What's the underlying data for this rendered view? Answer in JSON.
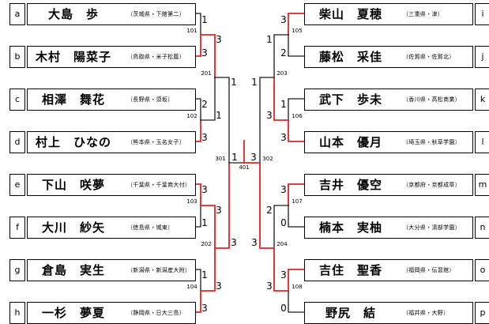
{
  "players": [
    {
      "letter": "a",
      "name": "大島　歩",
      "affiliation": "（茨城県・下館第二）"
    },
    {
      "letter": "b",
      "name": "木村　陽菜子",
      "affiliation": "（鳥取県・米子松蔭）"
    },
    {
      "letter": "c",
      "name": "相澤　舞花",
      "affiliation": "（長野県・須坂）"
    },
    {
      "letter": "d",
      "name": "村上　ひなの",
      "affiliation": "（熊本県・玉名女子）"
    },
    {
      "letter": "e",
      "name": "下山　咲夢",
      "affiliation": "（千葉県・千葉商大付）"
    },
    {
      "letter": "f",
      "name": "大川　紗矢",
      "affiliation": "（徳島県・城東）"
    },
    {
      "letter": "g",
      "name": "倉島　実生",
      "affiliation": "（新潟県・新潟産大附）"
    },
    {
      "letter": "h",
      "name": "一杉　夢夏",
      "affiliation": "（静岡県・日大三島）"
    },
    {
      "letter": "i",
      "name": "柴山　夏穂",
      "affiliation": "（三重県・津）"
    },
    {
      "letter": "j",
      "name": "藤松　采佳",
      "affiliation": "（佐賀県・佐賀北）"
    },
    {
      "letter": "k",
      "name": "武下　歩未",
      "affiliation": "（香川県・高松商業）"
    },
    {
      "letter": "l",
      "name": "山本　優月",
      "affiliation": "（埼玉県・秋草学園）"
    },
    {
      "letter": "m",
      "name": "吉井　優空",
      "affiliation": "（京都府・京都成章）"
    },
    {
      "letter": "n",
      "name": "楠本　実柚",
      "affiliation": "（大分県・清部学園）"
    },
    {
      "letter": "o",
      "name": "吉住　聖香",
      "affiliation": "（福岡県・伝習館）"
    },
    {
      "letter": "p",
      "name": "野尻　結",
      "affiliation": "（福井県・大野）"
    }
  ],
  "matches": {
    "m101": "101",
    "m102": "102",
    "m103": "103",
    "m104": "104",
    "m105": "105",
    "m106": "106",
    "m107": "107",
    "m108": "108",
    "m201": "201",
    "m202": "202",
    "m203": "203",
    "m204": "204",
    "m301": "301",
    "m302": "302",
    "m401": "401"
  },
  "scores": {
    "a": "1",
    "b": "3",
    "c": "2",
    "d": "3",
    "e": "3",
    "f": "1",
    "g": "1",
    "h": "3",
    "i": "3",
    "j": "2",
    "k": "1",
    "l": "3",
    "m": "3",
    "n": "0",
    "o": "3",
    "p": "0",
    "w101": "3",
    "w102": "1",
    "w103": "3",
    "w104": "3",
    "w105": "1",
    "w106": "3",
    "w107": "2",
    "w108": "3",
    "w201": "1",
    "w202": "3",
    "w203": "1",
    "w204": "3",
    "w301": "1",
    "w302": "3"
  },
  "colors": {
    "line": "#1a1a1a",
    "winner": "#e02424"
  }
}
